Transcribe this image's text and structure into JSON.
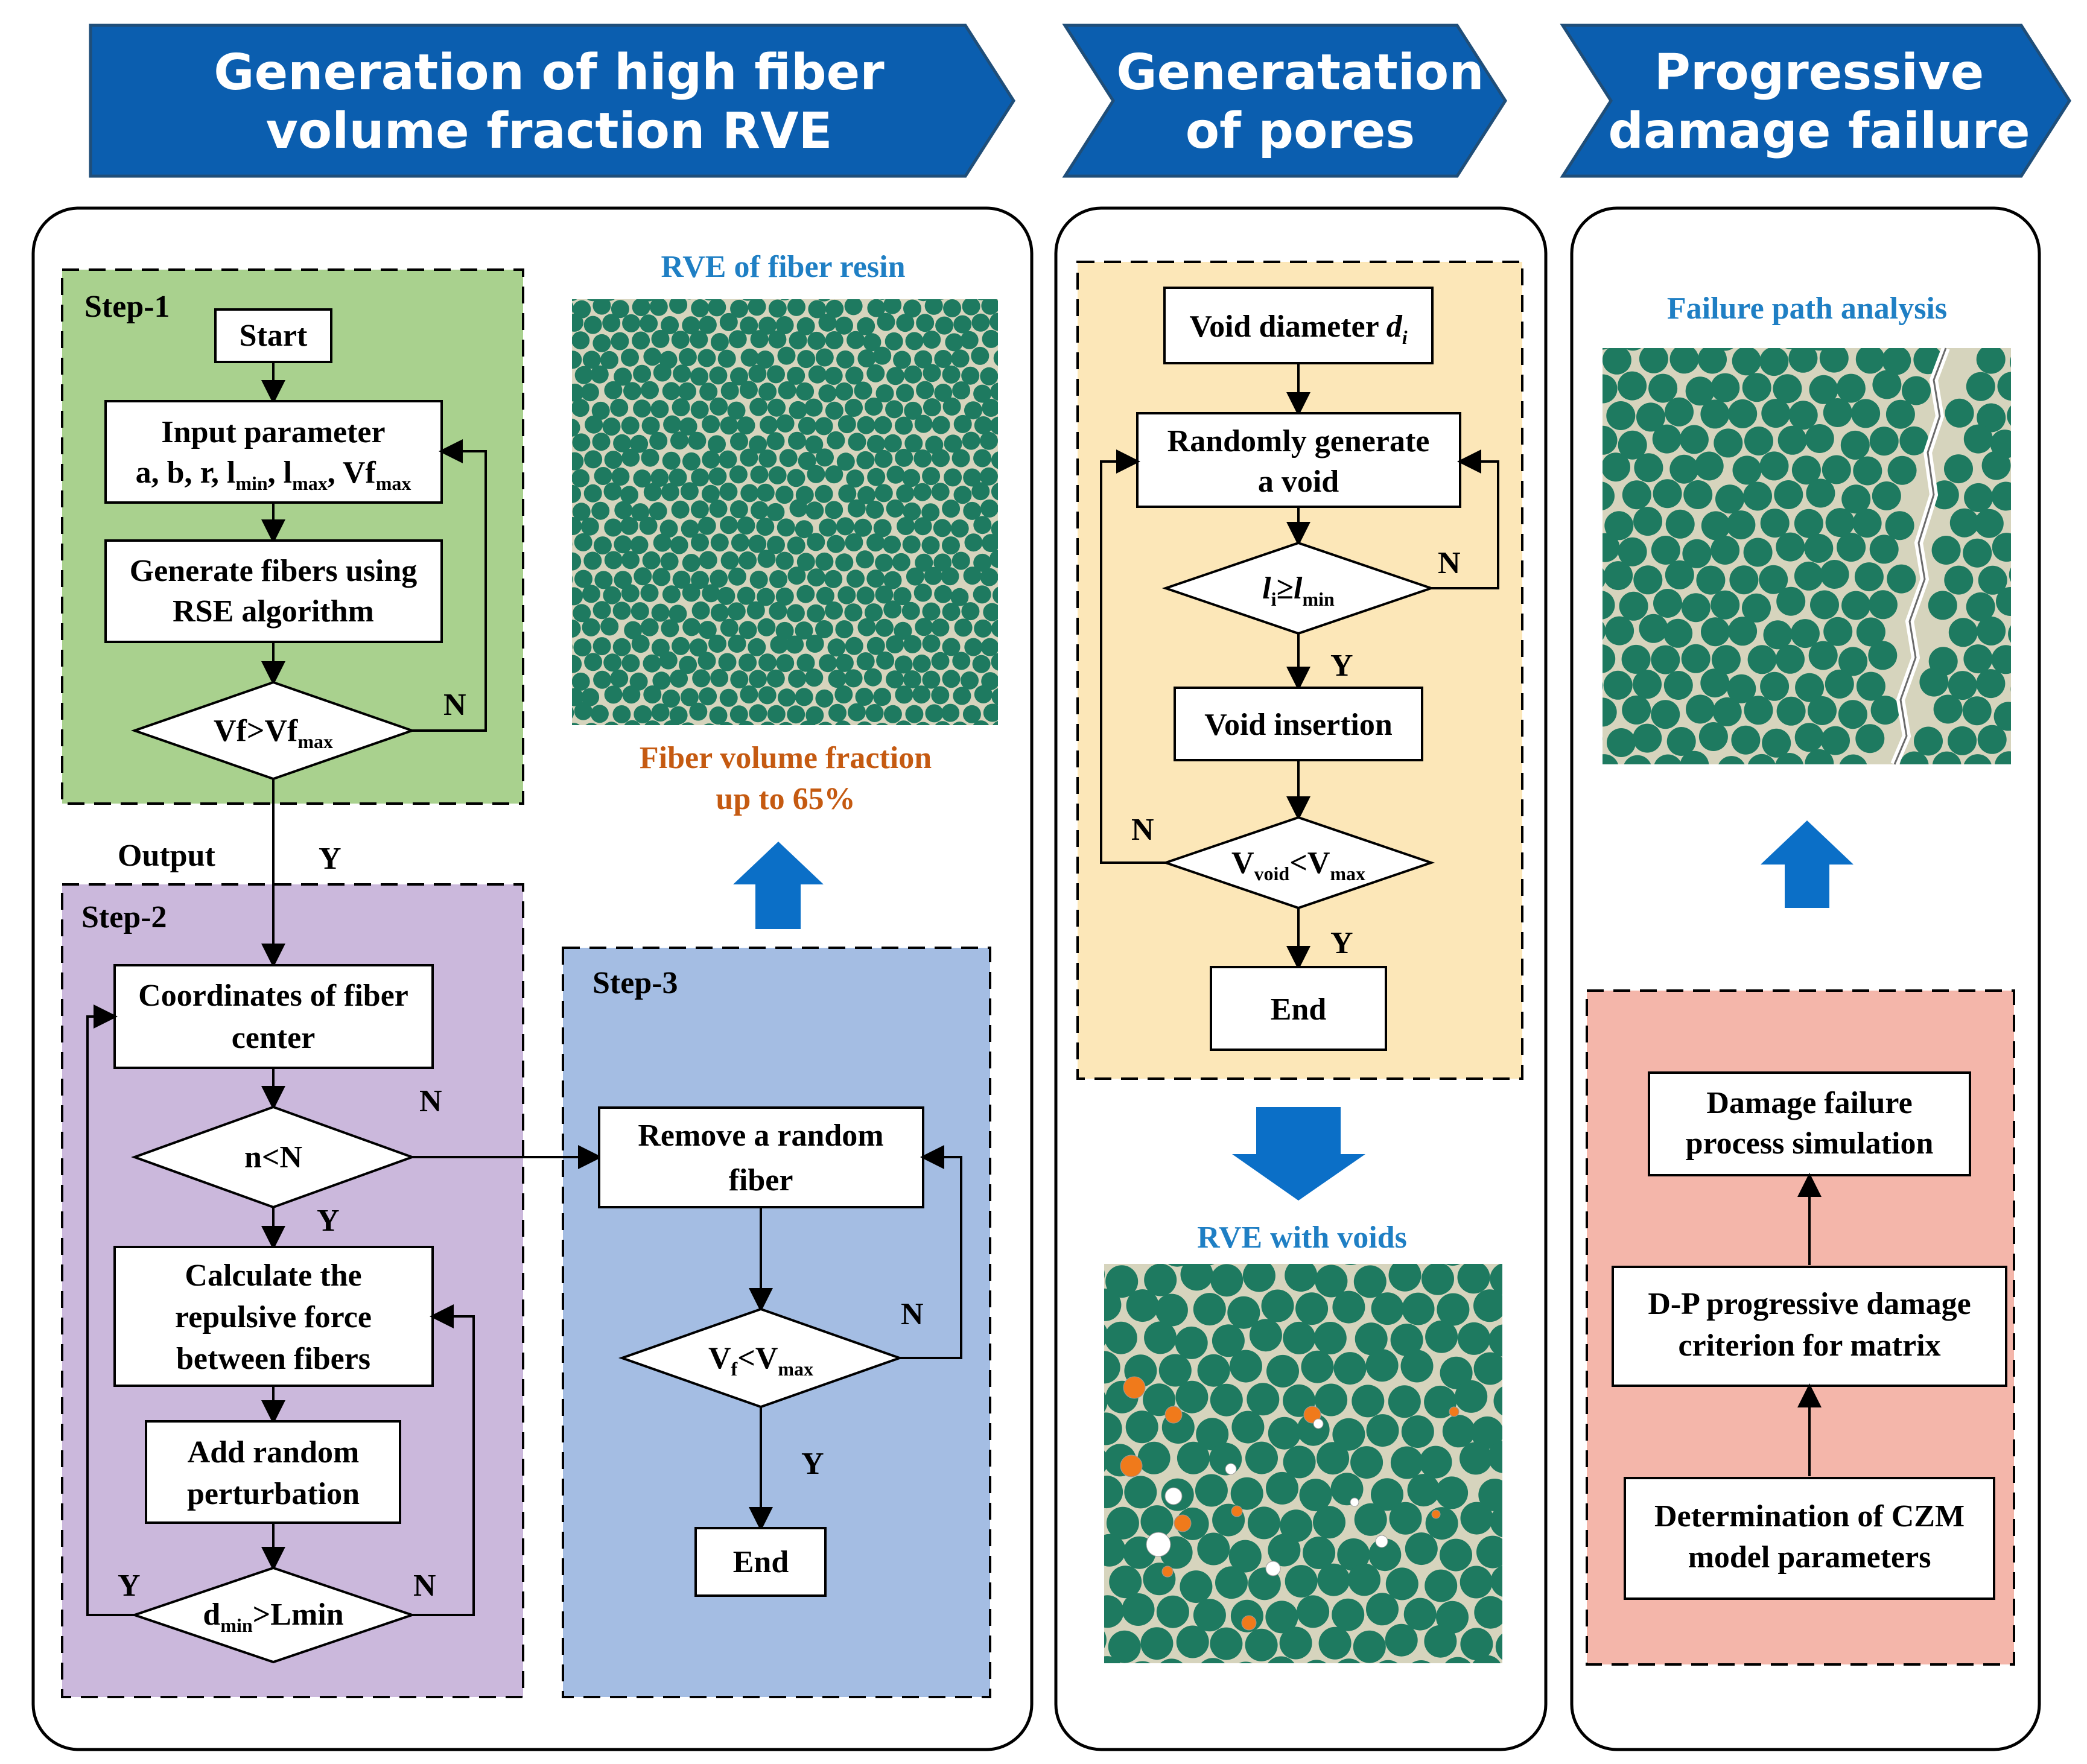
{
  "headers": [
    {
      "lines": [
        "Generation of high fiber",
        "volume fraction RVE"
      ]
    },
    {
      "lines": [
        "Generatation",
        "of pores"
      ]
    },
    {
      "lines": [
        "Progressive",
        "damage failure"
      ]
    }
  ],
  "colors": {
    "header_blue": "#0b5eaf",
    "header_stroke": "#1f4e79",
    "step1_bg": "#a9d18e",
    "step2_bg": "#cbb8dc",
    "step3_bg": "#a4bde3",
    "void_bg": "#fce7b8",
    "damage_bg": "#f4b6aa",
    "fiber": "#1e7a60",
    "matrix": "#d6d4bd",
    "void_orange": "#f07a1b",
    "caption_blue": "#1f7fc4",
    "caption_orange": "#c55a11"
  },
  "panel1": {
    "step1": {
      "label": "Step-1",
      "start": "Start",
      "input_line1": "Input parameter",
      "input_line2_prefix": "a, b, r, l",
      "input_sub_min": "min",
      "input_mid": ", l",
      "input_sub_max": "max",
      "input_tail": ", Vf",
      "input_sub_max2": "max",
      "generate_line1": "Generate fibers using",
      "generate_line2": "RSE algorithm",
      "decision_main": "Vf>Vf",
      "decision_sub": "max",
      "no": "N"
    },
    "output_label": "Output",
    "yes1": "Y",
    "step2": {
      "label": "Step-2",
      "coords_line1": "Coordinates of fiber",
      "coords_line2": "center",
      "n_decision": "n<N",
      "no": "N",
      "yes": "Y",
      "calc_line1": "Calculate the",
      "calc_line2": "repulsive force",
      "calc_line3": "between fibers",
      "add_line1": "Add random",
      "add_line2": "perturbation",
      "dmin_main": "d",
      "dmin_sub": "min",
      "dmin_tail": ">Lmin",
      "dmin_yes": "Y",
      "dmin_no": "N"
    },
    "step3": {
      "label": "Step-3",
      "remove_line1": "Remove a random",
      "remove_line2": "fiber",
      "vf_main": "V",
      "vf_sub": "f",
      "vf_mid": "<V",
      "vf_sub2": "max",
      "no": "N",
      "yes": "Y",
      "end": "End"
    },
    "rve_title": "RVE of fiber resin",
    "fraction_line1": "Fiber volume fraction",
    "fraction_line2": "up to 65%"
  },
  "panel2": {
    "void_diameter": "Void diameter ",
    "void_d": "d",
    "void_i": "i",
    "random_line1": "Randomly generate",
    "random_line2": "a void",
    "li_l": "l",
    "li_i": "i",
    "li_ge": "≥",
    "li_l2": "l",
    "li_min": "min",
    "no1": "N",
    "yes1": "Y",
    "insertion": "Void insertion",
    "vv_main": "V",
    "vv_sub": "void",
    "vv_mid": "<V",
    "vv_sub2": "max",
    "no2": "N",
    "yes2": "Y",
    "end": "End",
    "rve_voids_title": "RVE with voids"
  },
  "panel3": {
    "failure_title": "Failure path analysis",
    "damage_line1": "Damage failure",
    "damage_line2": "process simulation",
    "dp_line1": "D-P progressive damage",
    "dp_line2": "criterion for matrix",
    "czm_line1": "Determination of CZM",
    "czm_line2": "model parameters"
  }
}
